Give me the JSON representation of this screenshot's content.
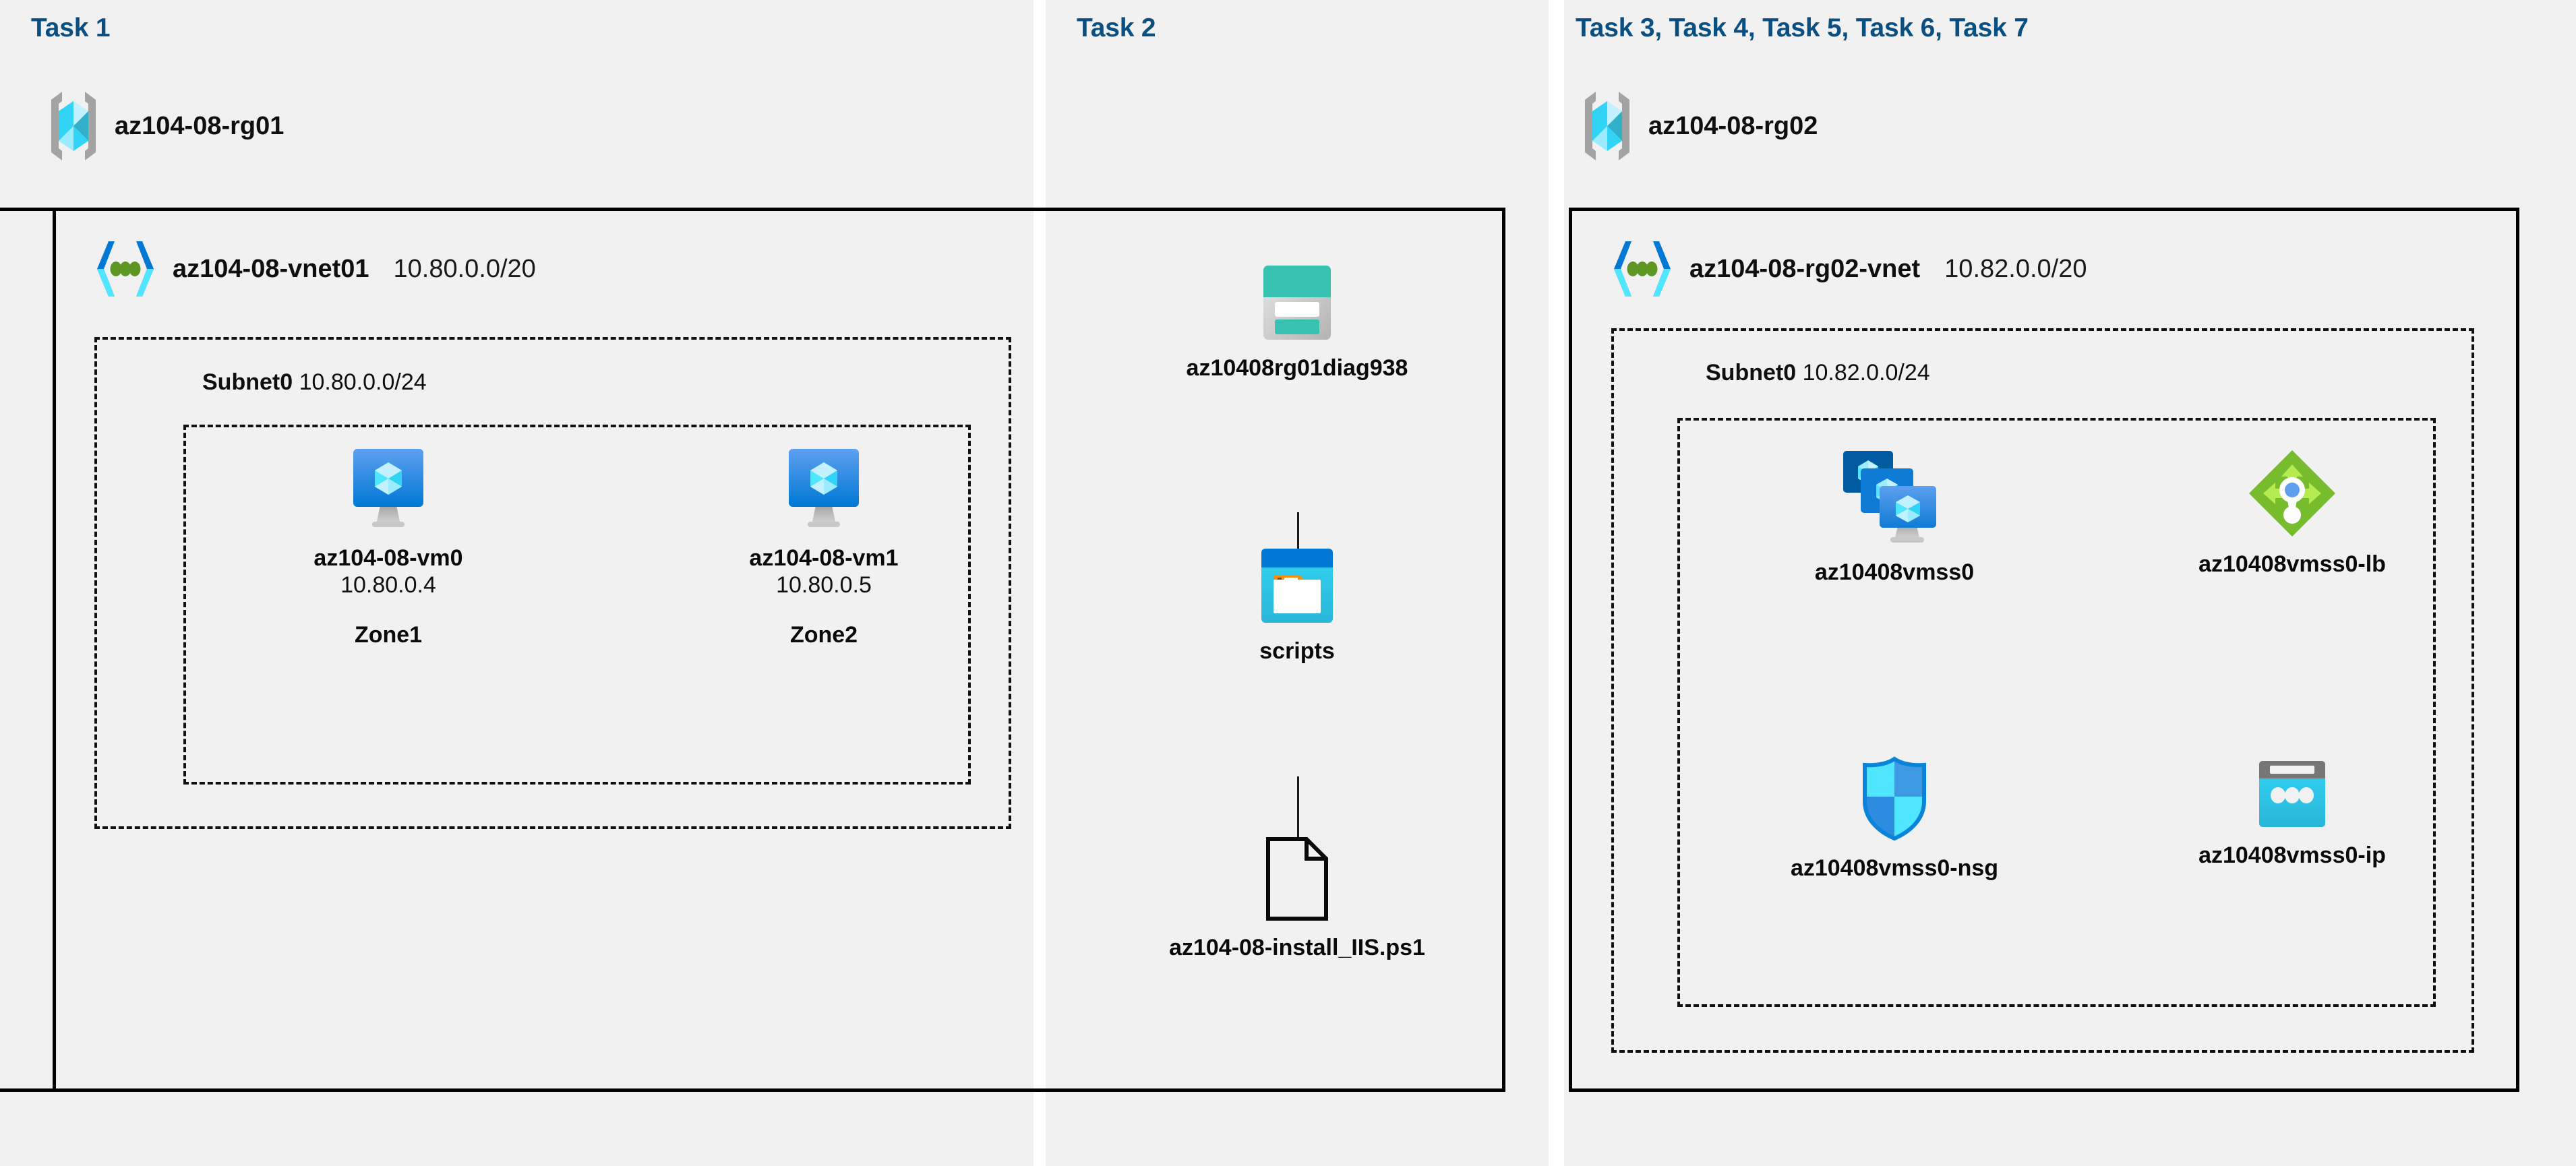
{
  "panels": {
    "task1": {
      "heading": "Task 1"
    },
    "task2": {
      "heading": "Task 2"
    },
    "task357": {
      "heading": "Task 3, Task 4, Task 5, Task 6, Task 7"
    }
  },
  "resource_groups": [
    {
      "name": "az104-08-rg01",
      "icon": "resource-group-icon"
    },
    {
      "name": "az104-08-rg02",
      "icon": "resource-group-icon"
    }
  ],
  "vnets": [
    {
      "name": "az104-08-vnet01",
      "cidr": "10.80.0.0/20",
      "icon": "virtual-network-icon"
    },
    {
      "name": "az104-08-rg02-vnet",
      "cidr": "10.82.0.0/20",
      "icon": "virtual-network-icon"
    }
  ],
  "subnets": [
    {
      "name": "Subnet0",
      "cidr": "10.80.0.0/24"
    },
    {
      "name": "Subnet0",
      "cidr": "10.82.0.0/24"
    }
  ],
  "virtual_machines": [
    {
      "name": "az104-08-vm0",
      "ip": "10.80.0.4",
      "zone": "Zone1",
      "icon": "virtual-machine-icon"
    },
    {
      "name": "az104-08-vm1",
      "ip": "10.80.0.5",
      "zone": "Zone2",
      "icon": "virtual-machine-icon"
    }
  ],
  "storage_chain": {
    "storage_account": {
      "name": "az10408rg01diag938",
      "icon": "storage-account-icon"
    },
    "container": {
      "name": "scripts",
      "icon": "blob-container-icon"
    },
    "blob": {
      "name": "az104-08-install_IIS.ps1",
      "icon": "file-icon"
    }
  },
  "scale_set_resources": [
    {
      "name": "az10408vmss0",
      "icon": "vm-scale-set-icon"
    },
    {
      "name": "az10408vmss0-lb",
      "icon": "load-balancer-icon"
    },
    {
      "name": "az10408vmss0-nsg",
      "icon": "network-security-group-icon"
    },
    {
      "name": "az10408vmss0-ip",
      "icon": "public-ip-address-icon"
    }
  ],
  "colors": {
    "panel_background": "#f1f1f1",
    "page_background": "#ffffff",
    "task_heading": "#0b4f80",
    "border": "#000000",
    "azure_blue": "#0078d4",
    "azure_cyan": "#50e6ff",
    "storage_teal": "#37c2b1",
    "load_balancer_green": "#76bc2d",
    "nsg_blue": "#0078d4"
  }
}
